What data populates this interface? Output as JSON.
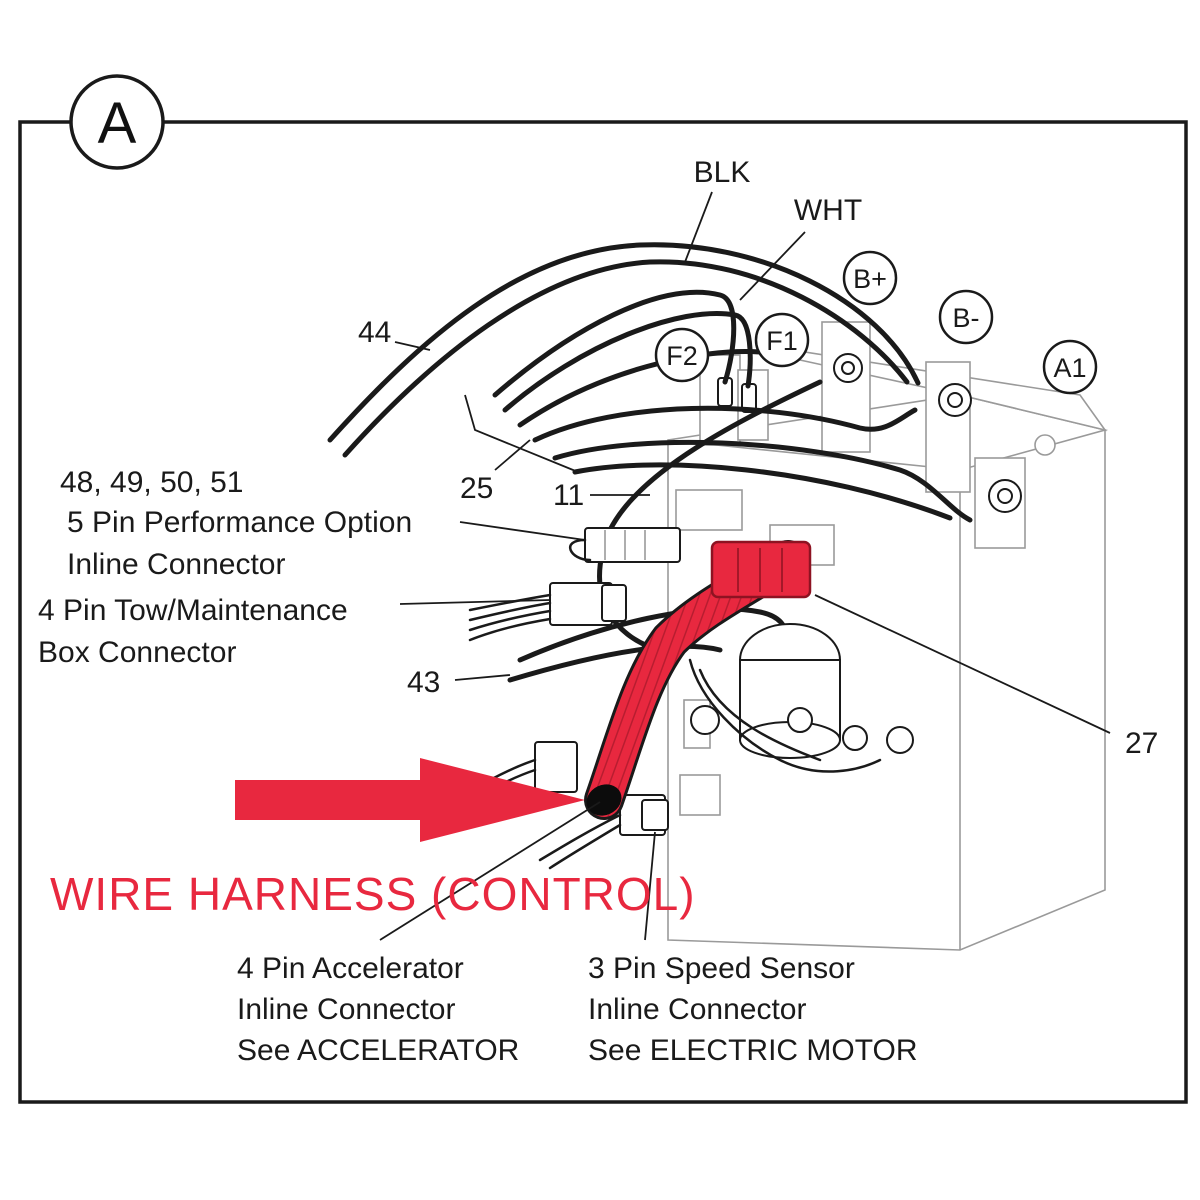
{
  "panel": {
    "letter": "A"
  },
  "wire_colors": {
    "black": "BLK",
    "white": "WHT"
  },
  "terminals": {
    "b_plus": "B+",
    "b_minus": "B-",
    "a1": "A1",
    "f1": "F1",
    "f2": "F2"
  },
  "callouts": {
    "c44": "44",
    "c25": "25",
    "c11": "11",
    "c43": "43",
    "c27": "27",
    "c48_51": "48, 49, 50, 51",
    "perf_line1": "5 Pin Performance Option",
    "perf_line2": "Inline Connector",
    "tow_line1": "4 Pin Tow/Maintenance",
    "tow_line2": "Box Connector",
    "accel_line1": "4 Pin Accelerator",
    "accel_line2": "Inline Connector",
    "accel_line3": "See ACCELERATOR",
    "speed_line1": "3 Pin Speed Sensor",
    "speed_line2": "Inline Connector",
    "speed_line3": "See ELECTRIC MOTOR"
  },
  "highlight": {
    "label": "WIRE HARNESS (CONTROL)",
    "color": "#e8283f"
  }
}
